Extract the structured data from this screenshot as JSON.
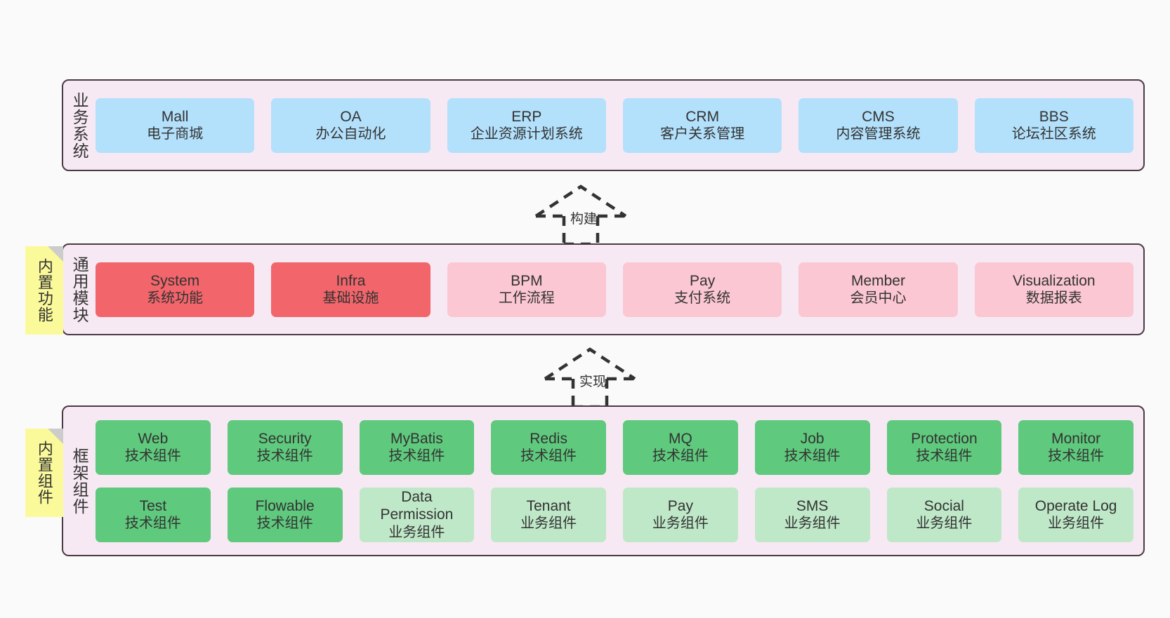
{
  "colors": {
    "canvas": "#fafafa",
    "panel_fill": "#f7e9f3",
    "panel_border": "#4a3a44",
    "note_fill": "#fbfa9a",
    "note_fold": "#cccccc",
    "business": "#b3e0fb",
    "module_active": "#f2656a",
    "module_plain": "#fbc7d2",
    "tech_component": "#5fc97d",
    "biz_component": "#bfe8c8"
  },
  "layers": {
    "business": {
      "title": "业务系统",
      "items": [
        {
          "name": "Mall",
          "desc": "电子商城"
        },
        {
          "name": "OA",
          "desc": "办公自动化"
        },
        {
          "name": "ERP",
          "desc": "企业资源计划系统"
        },
        {
          "name": "CRM",
          "desc": "客户关系管理"
        },
        {
          "name": "CMS",
          "desc": "内容管理系统"
        },
        {
          "name": "BBS",
          "desc": "论坛社区系统"
        }
      ]
    },
    "module": {
      "title": "通用模块",
      "note": "内置功能",
      "items": [
        {
          "name": "System",
          "desc": "系统功能",
          "style": "c-red"
        },
        {
          "name": "Infra",
          "desc": "基础设施",
          "style": "c-red"
        },
        {
          "name": "BPM",
          "desc": "工作流程",
          "style": "c-pink"
        },
        {
          "name": "Pay",
          "desc": "支付系统",
          "style": "c-pink"
        },
        {
          "name": "Member",
          "desc": "会员中心",
          "style": "c-pink"
        },
        {
          "name": "Visualization",
          "desc": "数据报表",
          "style": "c-pink"
        }
      ]
    },
    "framework": {
      "title": "框架组件",
      "note": "内置组件",
      "row1": [
        {
          "name": "Web",
          "desc": "技术组件",
          "style": "c-green"
        },
        {
          "name": "Security",
          "desc": "技术组件",
          "style": "c-green"
        },
        {
          "name": "MyBatis",
          "desc": "技术组件",
          "style": "c-green"
        },
        {
          "name": "Redis",
          "desc": "技术组件",
          "style": "c-green"
        },
        {
          "name": "MQ",
          "desc": "技术组件",
          "style": "c-green"
        },
        {
          "name": "Job",
          "desc": "技术组件",
          "style": "c-green"
        },
        {
          "name": "Protection",
          "desc": "技术组件",
          "style": "c-green"
        },
        {
          "name": "Monitor",
          "desc": "技术组件",
          "style": "c-green"
        }
      ],
      "row2": [
        {
          "name": "Test",
          "desc": "技术组件",
          "style": "c-green"
        },
        {
          "name": "Flowable",
          "desc": "技术组件",
          "style": "c-green"
        },
        {
          "name": "Data Permission",
          "desc": "业务组件",
          "style": "c-lightgreen"
        },
        {
          "name": "Tenant",
          "desc": "业务组件",
          "style": "c-lightgreen"
        },
        {
          "name": "Pay",
          "desc": "业务组件",
          "style": "c-lightgreen"
        },
        {
          "name": "SMS",
          "desc": "业务组件",
          "style": "c-lightgreen"
        },
        {
          "name": "Social",
          "desc": "业务组件",
          "style": "c-lightgreen"
        },
        {
          "name": "Operate Log",
          "desc": "业务组件",
          "style": "c-lightgreen"
        }
      ]
    }
  },
  "connectors": [
    {
      "label": "构建"
    },
    {
      "label": "实现"
    }
  ]
}
